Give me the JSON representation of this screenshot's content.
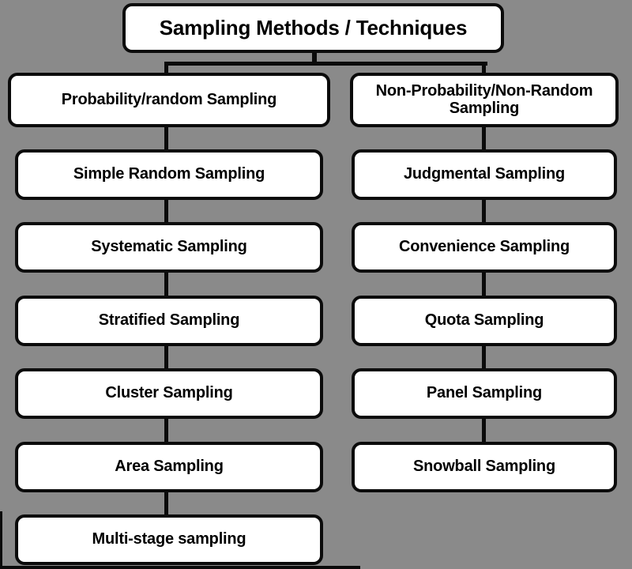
{
  "diagram": {
    "title": "Sampling Methods / Techniques",
    "columns": [
      {
        "header": "Probability/random Sampling",
        "items": [
          "Simple Random Sampling",
          "Systematic Sampling",
          "Stratified Sampling",
          "Cluster Sampling",
          "Area Sampling",
          "Multi-stage sampling"
        ]
      },
      {
        "header": "Non-Probability/Non-Random Sampling",
        "items": [
          "Judgmental Sampling",
          "Convenience Sampling",
          "Quota Sampling",
          "Panel Sampling",
          "Snowball Sampling"
        ]
      }
    ],
    "colors": {
      "background": "#8a8a8a",
      "box_fill": "#ffffff",
      "box_border": "#0b0b0b",
      "text": "#000000"
    }
  }
}
